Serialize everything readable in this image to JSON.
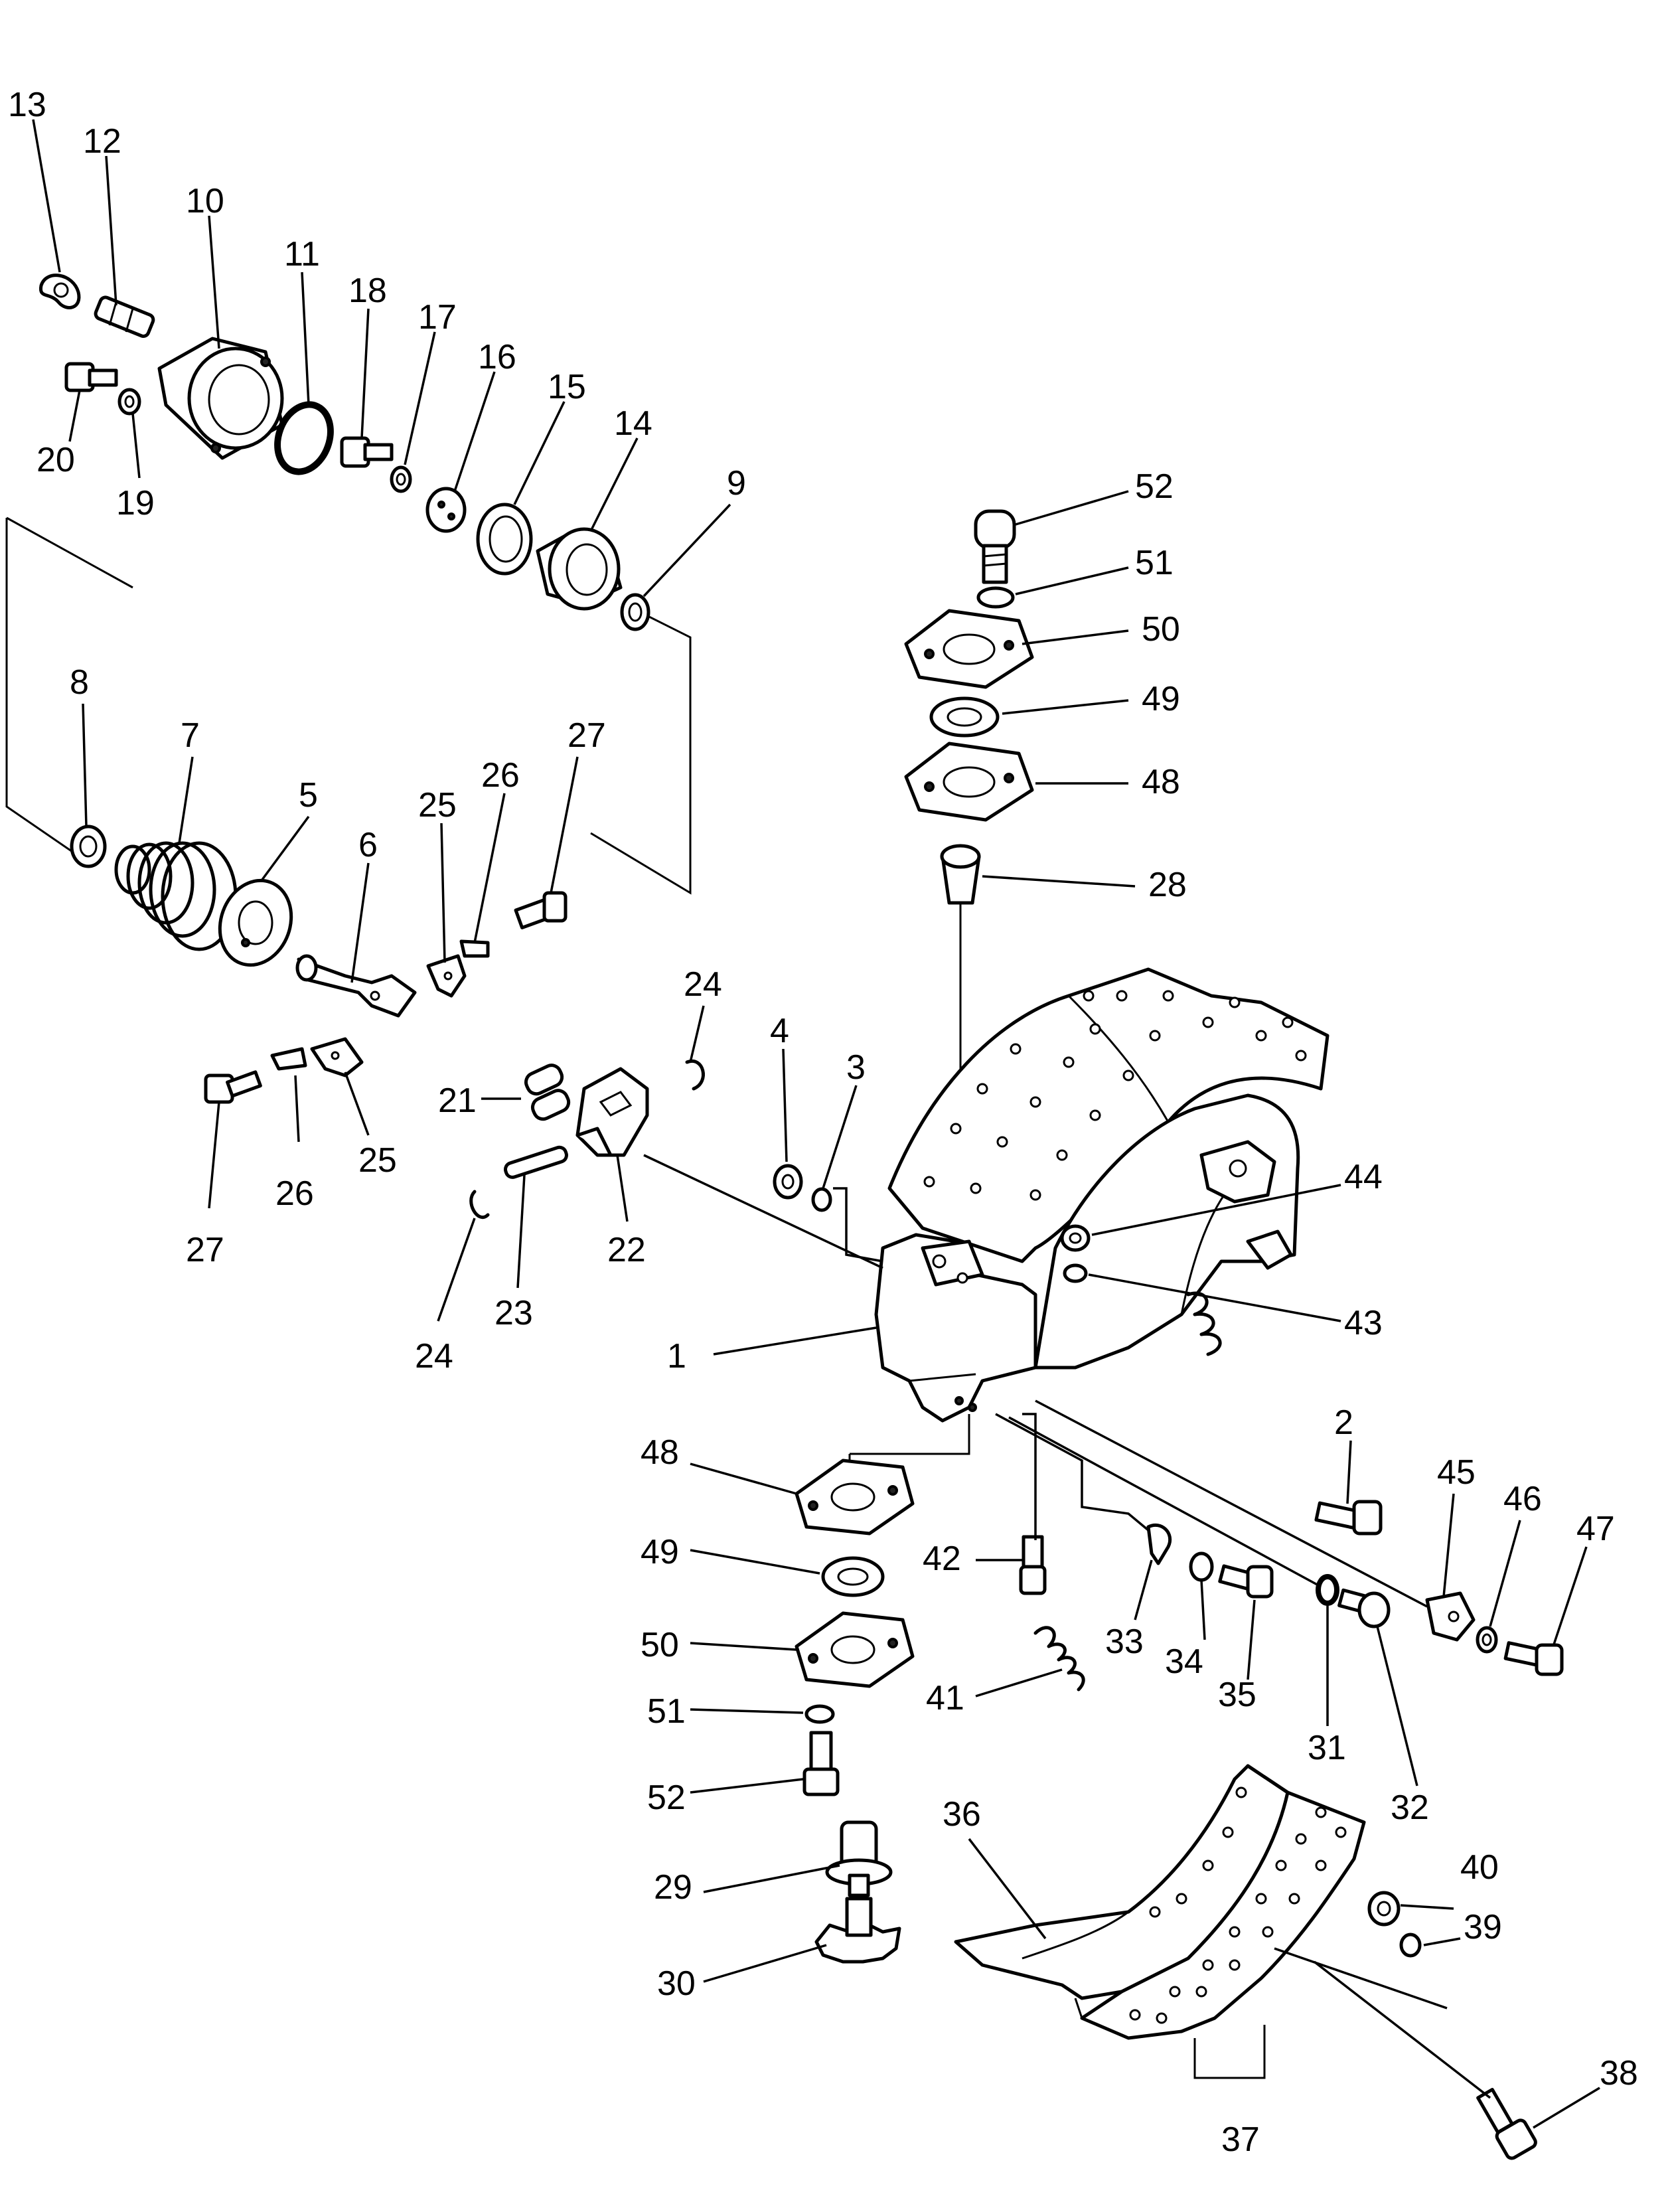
{
  "callouts": [
    "13",
    "12",
    "10",
    "11",
    "18",
    "17",
    "16",
    "15",
    "14",
    "9",
    "20",
    "19",
    "8",
    "7",
    "5",
    "6",
    "25",
    "26",
    "27",
    "24",
    "21",
    "22",
    "23",
    "4",
    "3",
    "26",
    "25",
    "27",
    "24",
    "52",
    "51",
    "50",
    "49",
    "48",
    "28",
    "44",
    "43",
    "1",
    "48",
    "49",
    "50",
    "51",
    "52",
    "2",
    "45",
    "46",
    "47",
    "42",
    "33",
    "34",
    "35",
    "31",
    "32",
    "41",
    "29",
    "30",
    "36",
    "40",
    "39",
    "37",
    "38"
  ]
}
